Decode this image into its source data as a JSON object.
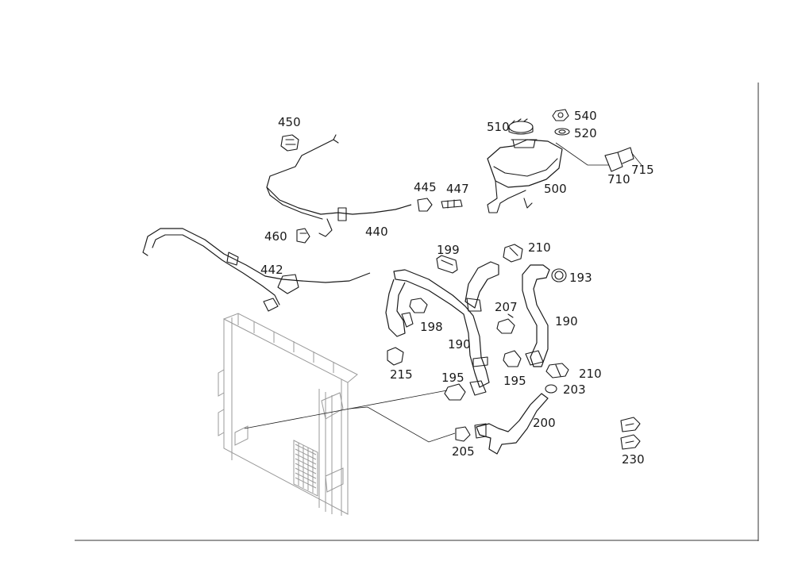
{
  "callouts": [
    {
      "id": "450",
      "text": "450"
    },
    {
      "id": "510",
      "text": "510"
    },
    {
      "id": "540",
      "text": "540"
    },
    {
      "id": "520",
      "text": "520"
    },
    {
      "id": "715",
      "text": "715"
    },
    {
      "id": "710",
      "text": "710"
    },
    {
      "id": "500",
      "text": "500"
    },
    {
      "id": "445",
      "text": "445"
    },
    {
      "id": "447",
      "text": "447"
    },
    {
      "id": "440",
      "text": "440"
    },
    {
      "id": "460",
      "text": "460"
    },
    {
      "id": "442",
      "text": "442"
    },
    {
      "id": "199",
      "text": "199"
    },
    {
      "id": "210a",
      "text": "210"
    },
    {
      "id": "193",
      "text": "193"
    },
    {
      "id": "207",
      "text": "207"
    },
    {
      "id": "198",
      "text": "198"
    },
    {
      "id": "190a",
      "text": "190"
    },
    {
      "id": "190b",
      "text": "190"
    },
    {
      "id": "215",
      "text": "215"
    },
    {
      "id": "195a",
      "text": "195"
    },
    {
      "id": "195b",
      "text": "195"
    },
    {
      "id": "210b",
      "text": "210"
    },
    {
      "id": "203",
      "text": "203"
    },
    {
      "id": "200",
      "text": "200"
    },
    {
      "id": "205",
      "text": "205"
    },
    {
      "id": "230",
      "text": "230"
    }
  ]
}
